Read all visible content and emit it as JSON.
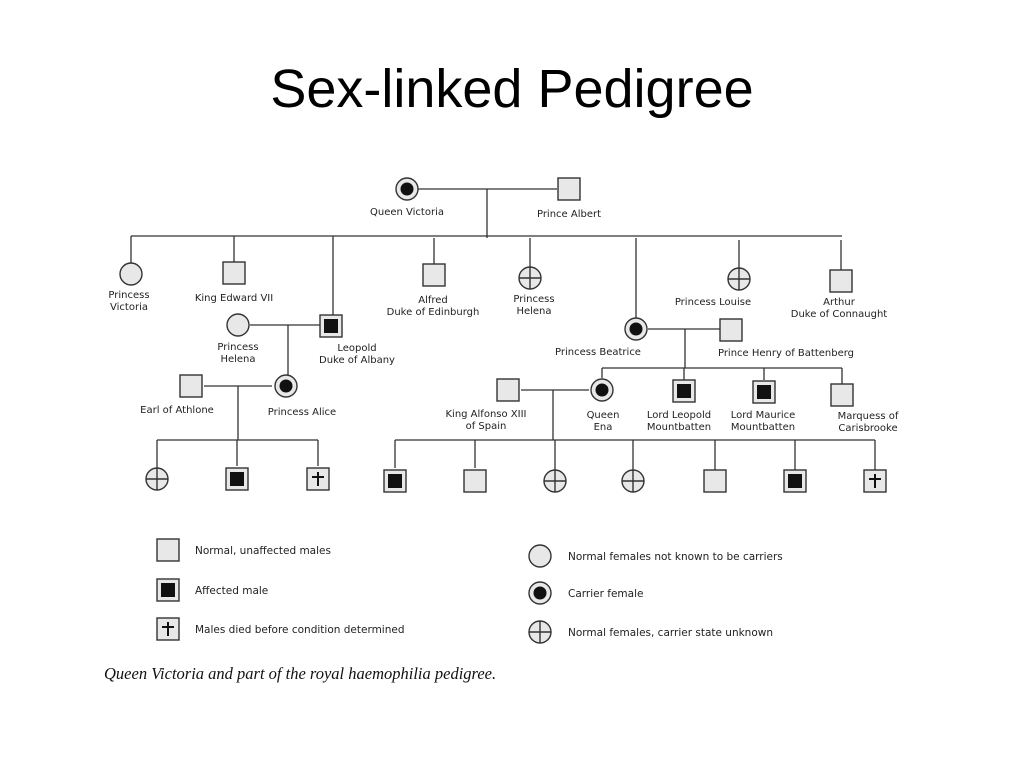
{
  "title": "Sex-linked Pedigree",
  "caption": "Queen Victoria and part of the royal haemophilia pedigree.",
  "colors": {
    "line": "#333333",
    "normal_fill": "#e8e8e8",
    "affected_fill": "#111111"
  },
  "people": {
    "victoria": {
      "line1": "Queen Victoria",
      "line2": "",
      "status": "carrier-female"
    },
    "albert": {
      "line1": "Prince Albert",
      "line2": "",
      "status": "normal-male"
    },
    "vicky": {
      "line1": "Princess",
      "line2": "Victoria",
      "status": "normal-female"
    },
    "edward": {
      "line1": "King Edward VII",
      "line2": "",
      "status": "normal-male"
    },
    "leopold": {
      "line1": "Leopold",
      "line2": "Duke of Albany",
      "status": "affected-male"
    },
    "alfred": {
      "line1": "Alfred",
      "line2": "Duke of Edinburgh",
      "status": "normal-male"
    },
    "helena1": {
      "line1": "Princess",
      "line2": "Helena",
      "status": "unknown-female"
    },
    "beatrice": {
      "line1": "Princess Beatrice",
      "line2": "",
      "status": "carrier-female"
    },
    "louise": {
      "line1": "Princess Louise",
      "line2": "",
      "status": "unknown-female"
    },
    "arthur": {
      "line1": "Arthur",
      "line2": "Duke of Connaught",
      "status": "normal-male"
    },
    "helena_w": {
      "line1": "Princess",
      "line2": "Helena",
      "status": "normal-female"
    },
    "henry": {
      "line1": "Prince Henry of Battenberg",
      "line2": "",
      "status": "normal-male"
    },
    "athlone": {
      "line1": "Earl of Athlone",
      "line2": "",
      "status": "normal-male"
    },
    "alice": {
      "line1": "Princess Alice",
      "line2": "",
      "status": "carrier-female"
    },
    "alfonso": {
      "line1": "King Alfonso XIII",
      "line2": "of Spain",
      "status": "normal-male"
    },
    "ena": {
      "line1": "Queen",
      "line2": "Ena",
      "status": "carrier-female"
    },
    "lord_leopold": {
      "line1": "Lord Leopold",
      "line2": "Mountbatten",
      "status": "affected-male"
    },
    "lord_maurice": {
      "line1": "Lord Maurice",
      "line2": "Mountbatten",
      "status": "affected-male"
    },
    "marquess": {
      "line1": "Marquess of",
      "line2": "Carisbrooke",
      "status": "normal-male"
    }
  },
  "athlone_children": [
    "unknown-female",
    "affected-male",
    "died-male"
  ],
  "spain_children": [
    "affected-male",
    "normal-male",
    "unknown-female",
    "unknown-female",
    "normal-male",
    "affected-male",
    "died-male"
  ],
  "legend": [
    {
      "status": "normal-male",
      "label": "Normal, unaffected males"
    },
    {
      "status": "affected-male",
      "label": "Affected male"
    },
    {
      "status": "died-male",
      "label": "Males died before condition determined"
    },
    {
      "status": "normal-female",
      "label": "Normal females not known to be carriers"
    },
    {
      "status": "carrier-female",
      "label": "Carrier female"
    },
    {
      "status": "unknown-female",
      "label": "Normal females, carrier state unknown"
    }
  ]
}
